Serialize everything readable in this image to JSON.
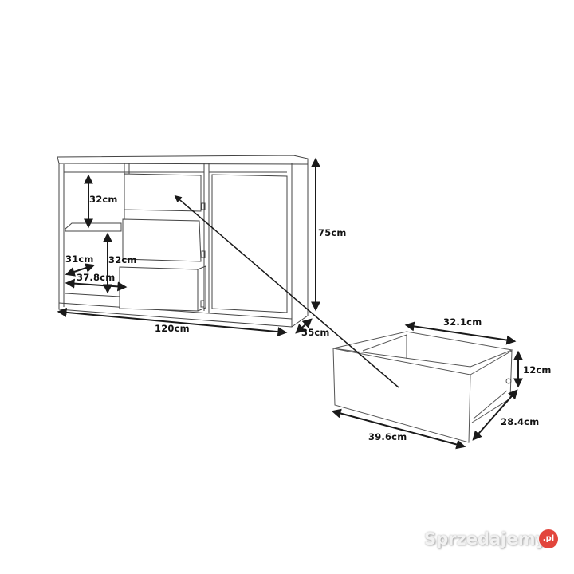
{
  "diagram": {
    "subject": "Sideboard cabinet with 3 drawers, 2 open shelves and 1 door, plus detailed drawer",
    "cabinet": {
      "width_label": "120cm",
      "height_label": "75cm",
      "depth_label": "35cm",
      "shelf_upper_height_label": "32cm",
      "shelf_lower_height_label": "32cm",
      "shelf_depth_label": "31cm",
      "shelf_width_label": "37.8cm"
    },
    "drawer": {
      "back_width_label": "32.1cm",
      "height_label": "12cm",
      "depth_label": "28.4cm",
      "front_width_label": "39.6cm"
    }
  },
  "watermark": {
    "text": "Sprzedajemy",
    "badge": ".pl",
    "badge_color": "#e2453c"
  },
  "colors": {
    "line": "#1a1a1a",
    "outline": "#444444",
    "background": "#ffffff"
  }
}
